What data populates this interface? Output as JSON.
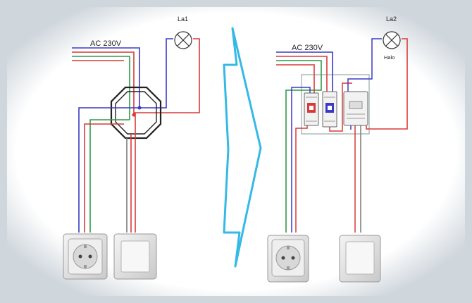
{
  "left_diagram": {
    "supply_label": "AC 230V",
    "lamp_label": "La1"
  },
  "right_diagram": {
    "supply_label": "AC 230V",
    "lamp_label": "La2",
    "lamp_sublabel": "Halo"
  },
  "colors": {
    "background_frame": "#cfd6dc",
    "panel": "#ffffff",
    "wire_blue": "#3a3ac8",
    "wire_red": "#d83a3a",
    "wire_green": "#2f9a4a",
    "wire_gray": "#7a7a7a",
    "arrow_outline": "#35b9e6"
  }
}
